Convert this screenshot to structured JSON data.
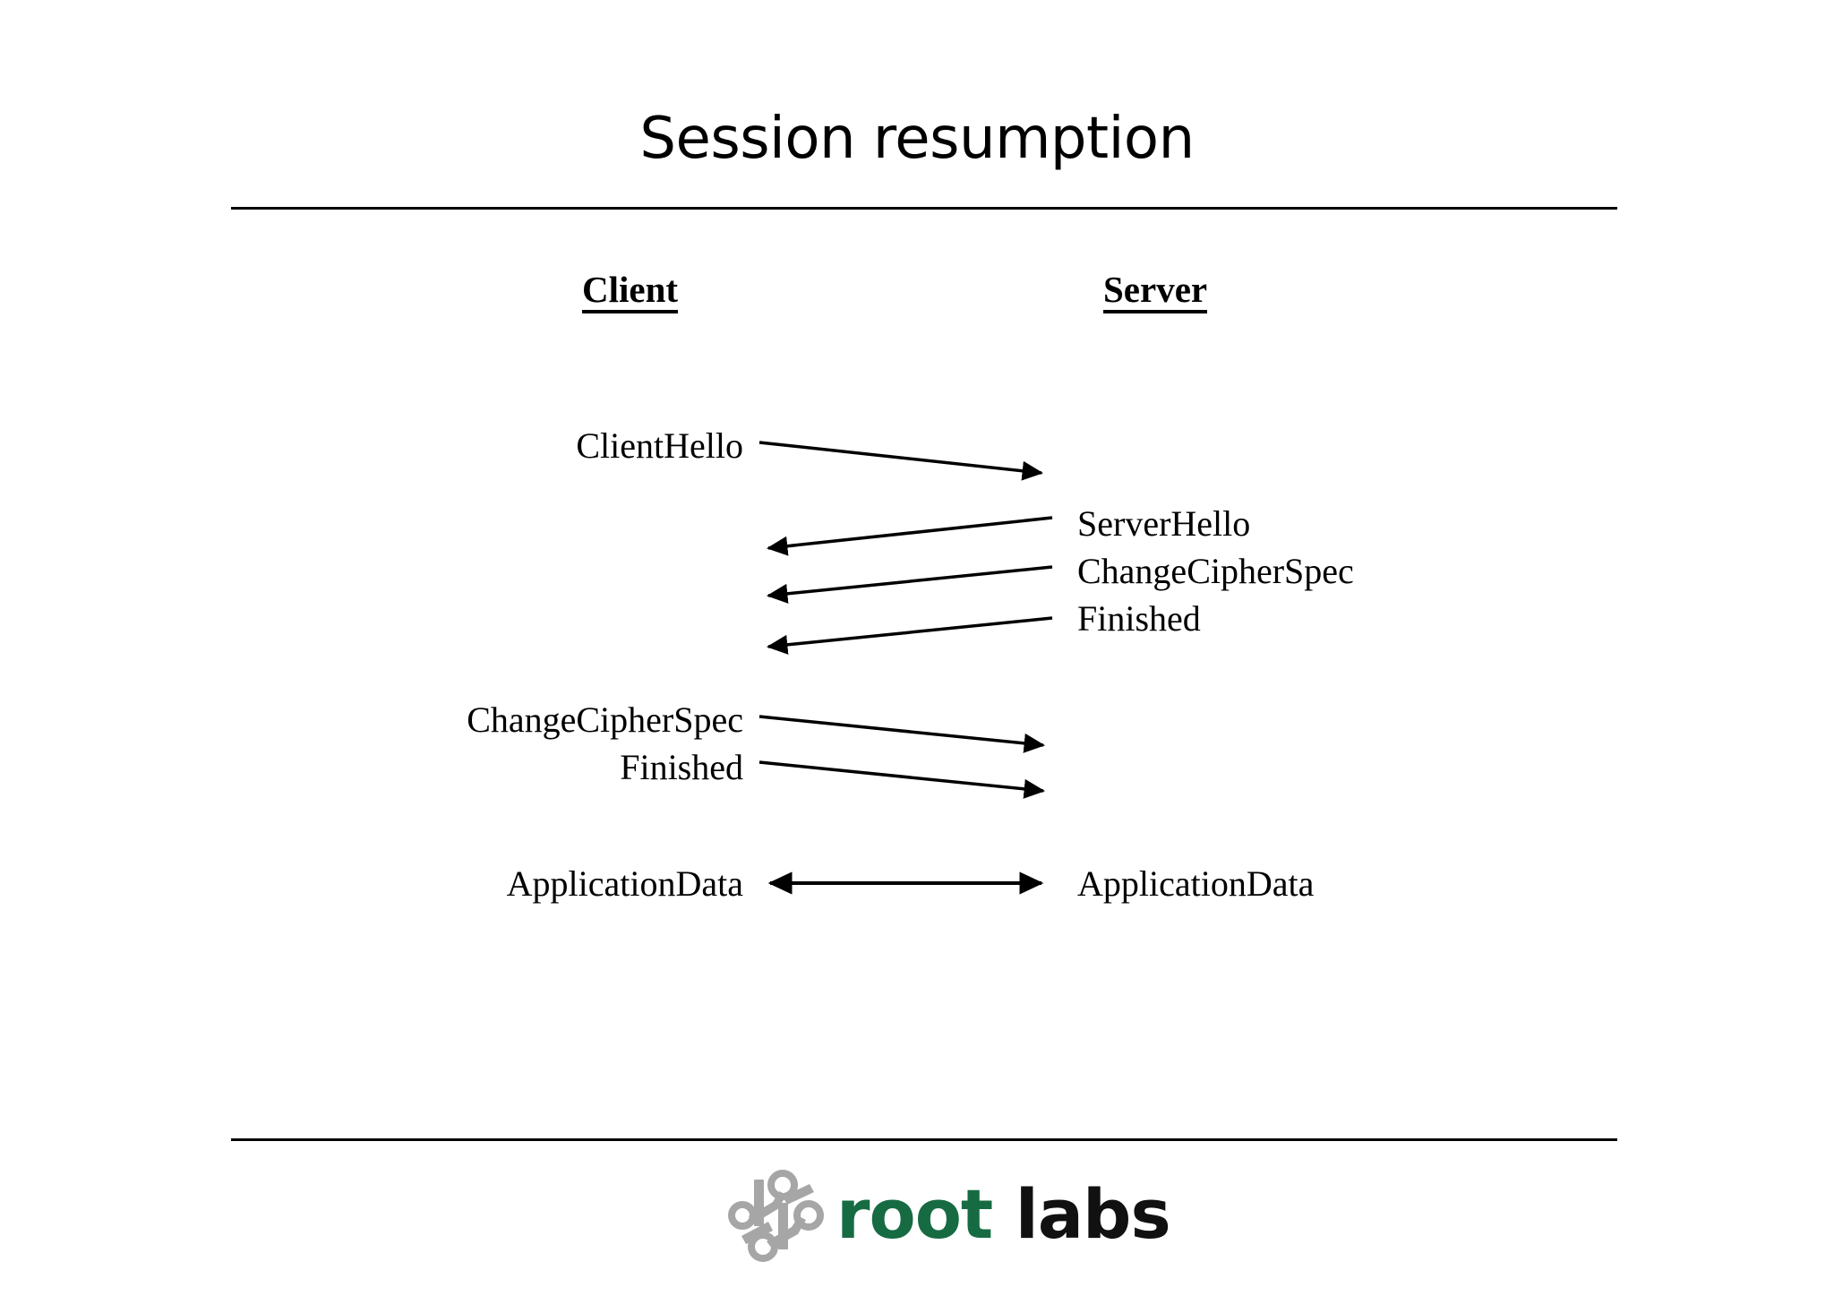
{
  "slide": {
    "title": "Session resumption",
    "columns": {
      "client_label": "Client",
      "server_label": "Server"
    },
    "messages": {
      "client_hello": "ClientHello",
      "server_hello": "ServerHello",
      "server_change_cipher_spec": "ChangeCipherSpec",
      "server_finished": "Finished",
      "client_change_cipher_spec": "ChangeCipherSpec",
      "client_finished": "Finished",
      "application_data_client": "ApplicationData",
      "application_data_server": "ApplicationData"
    },
    "flows": [
      {
        "label": "ClientHello",
        "direction": "client-to-server",
        "side": "client"
      },
      {
        "label": "ServerHello",
        "direction": "server-to-client",
        "side": "server"
      },
      {
        "label": "ChangeCipherSpec",
        "direction": "server-to-client",
        "side": "server"
      },
      {
        "label": "Finished",
        "direction": "server-to-client",
        "side": "server"
      },
      {
        "label": "ChangeCipherSpec",
        "direction": "client-to-server",
        "side": "client"
      },
      {
        "label": "Finished",
        "direction": "client-to-server",
        "side": "client"
      },
      {
        "label": "ApplicationData",
        "direction": "bidirectional",
        "side": "both"
      }
    ]
  },
  "logo": {
    "word_root": "root",
    "word_labs": "labs",
    "mark_name": "circuit-trace-mark",
    "color_root": "#176b43",
    "color_labs": "#111111",
    "color_mark": "#a6a6a6"
  },
  "colors": {
    "background": "#ffffff",
    "foreground": "#000000",
    "rule": "#000000"
  }
}
